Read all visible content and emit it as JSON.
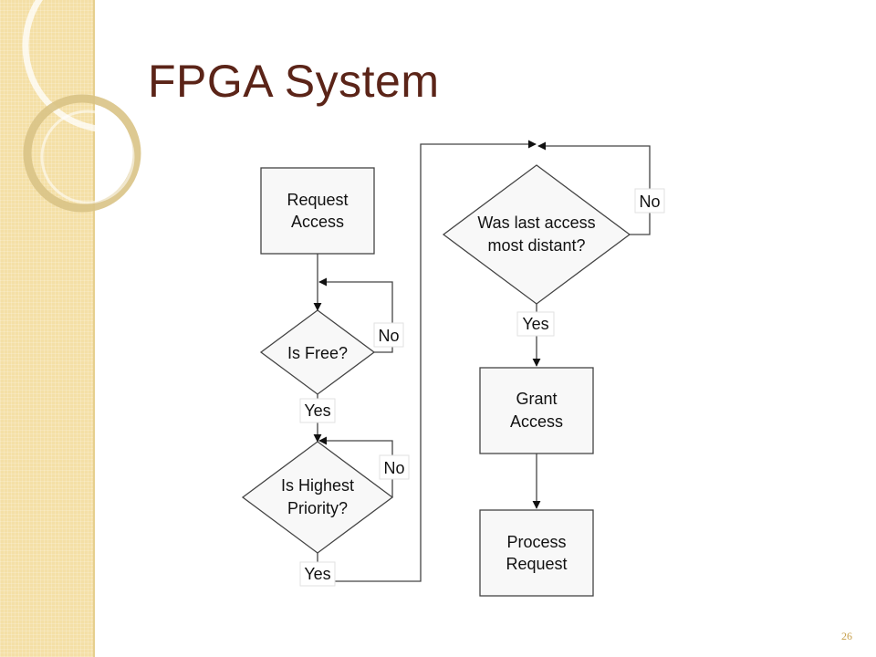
{
  "slide": {
    "title": "FPGA System",
    "page_number": "26"
  },
  "flowchart": {
    "nodes": {
      "request_access": [
        "Request",
        "Access"
      ],
      "is_free": [
        "Is Free?"
      ],
      "is_highest_priority": [
        "Is Highest",
        "Priority?"
      ],
      "was_last_access": [
        "Was last access",
        "most distant?"
      ],
      "grant_access": [
        "Grant",
        "Access"
      ],
      "process_request": [
        "Process",
        "Request"
      ]
    },
    "labels": {
      "is_free_no": "No",
      "is_free_yes": "Yes",
      "priority_no": "No",
      "priority_yes": "Yes",
      "distant_no": "No",
      "distant_yes": "Yes"
    }
  },
  "colors": {
    "sidebar": "#f4dfa6",
    "title": "#5b2418",
    "box_fill": "#f8f8f8",
    "stroke": "#444444"
  }
}
